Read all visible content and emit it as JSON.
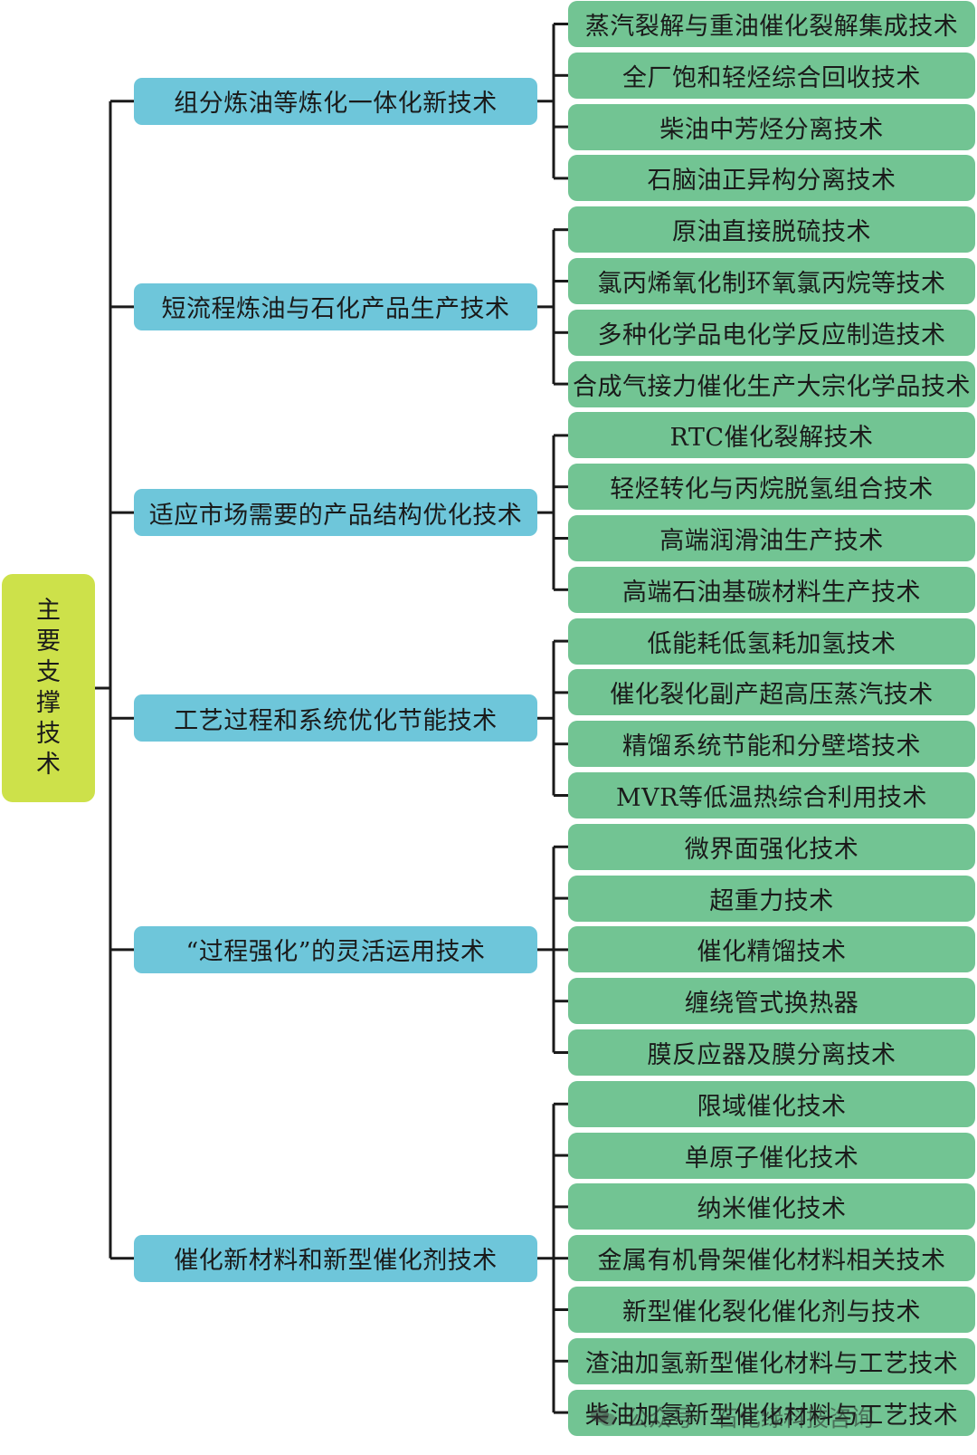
{
  "root": {
    "label": "主要支撑技术"
  },
  "categories": [
    {
      "label": "组分炼油等炼化一体化新技术",
      "items": [
        "蒸汽裂解与重油催化裂解集成技术",
        "全厂饱和轻烃综合回收技术",
        "柴油中芳烃分离技术",
        "石脑油正异构分离技术"
      ]
    },
    {
      "label": "短流程炼油与石化产品生产技术",
      "items": [
        "原油直接脱硫技术",
        "氯丙烯氧化制环氧氯丙烷等技术",
        "多种化学品电化学反应制造技术",
        "合成气接力催化生产大宗化学品技术"
      ]
    },
    {
      "label": "适应市场需要的产品结构优化技术",
      "items": [
        "RTC催化裂解技术",
        "轻烃转化与丙烷脱氢组合技术",
        "高端润滑油生产技术",
        "高端石油基碳材料生产技术"
      ]
    },
    {
      "label": "工艺过程和系统优化节能技术",
      "items": [
        "低能耗低氢耗加氢技术",
        "催化裂化副产超高压蒸汽技术",
        "精馏系统节能和分壁塔技术",
        "MVR等低温热综合利用技术"
      ]
    },
    {
      "label": "“过程强化”的灵活运用技术",
      "items": [
        "微界面强化技术",
        "超重力技术",
        "催化精馏技术",
        "缠绕管式换热器",
        "膜反应器及膜分离技术"
      ]
    },
    {
      "label": "催化新材料和新型催化剂技术",
      "items": [
        "限域催化技术",
        "单原子催化技术",
        "纳米催化技术",
        "金属有机骨架催化材料相关技术",
        "新型催化裂化催化剂与技术",
        "渣油加氢新型催化材料与工艺技术",
        "柴油加氢新型催化材料与工艺技术"
      ]
    }
  ],
  "watermark": {
    "text": "公众号 · 石化绿科技咨询"
  },
  "colors": {
    "root": "#cde14a",
    "category": "#6ec6da",
    "leaf": "#72c493",
    "line": "#1a1a1a"
  }
}
